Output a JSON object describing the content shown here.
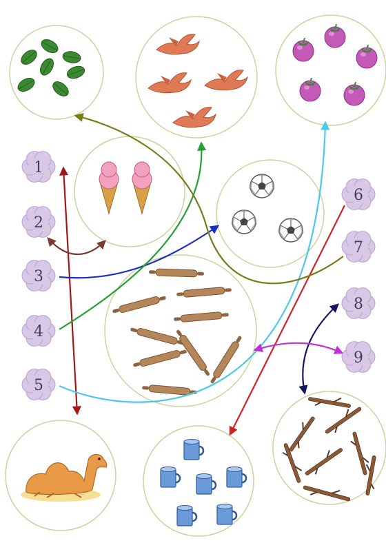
{
  "numbers": [
    "1",
    "2",
    "3",
    "4",
    "5",
    "6",
    "7",
    "8",
    "9"
  ],
  "groups": [
    {
      "id": "leaves",
      "icon": "leaf-icon",
      "count": 7
    },
    {
      "id": "birds",
      "icon": "bird-icon",
      "count": 4
    },
    {
      "id": "brinjals",
      "icon": "brinjal-icon",
      "count": 5
    },
    {
      "id": "ice-creams",
      "icon": "ice-cream-icon",
      "count": 2
    },
    {
      "id": "footballs",
      "icon": "football-icon",
      "count": 3
    },
    {
      "id": "rolling-pins",
      "icon": "rolling-pin-icon",
      "count": 9
    },
    {
      "id": "camel",
      "icon": "camel-icon",
      "count": 1
    },
    {
      "id": "mugs",
      "icon": "mug-icon",
      "count": 6
    },
    {
      "id": "sticks",
      "icon": "stick-icon",
      "count": 8
    }
  ],
  "matches": [
    {
      "number": "1",
      "group": "camel",
      "color": "#a01818"
    },
    {
      "number": "2",
      "group": "ice-creams",
      "color": "#7a3a30"
    },
    {
      "number": "3",
      "group": "footballs",
      "color": "#1a2fc8"
    },
    {
      "number": "4",
      "group": "birds",
      "color": "#22a032"
    },
    {
      "number": "5",
      "group": "brinjals",
      "color": "#4cc8ea"
    },
    {
      "number": "6",
      "group": "mugs",
      "color": "#d42020"
    },
    {
      "number": "7",
      "group": "leaves",
      "color": "#7a7a18"
    },
    {
      "number": "8",
      "group": "sticks",
      "color": "#141460"
    },
    {
      "number": "9",
      "group": "rolling-pins",
      "color": "#c030d8"
    }
  ],
  "colors": {
    "flower": "#d8c8e6",
    "flower_edge": "#b8a2cc",
    "number_text": "#4a3a5e",
    "circle_edge": "#c9d4a0",
    "leaf": "#3a8a32",
    "bird": "#e07a55",
    "brinjal": "#c45ab8",
    "ice_cream": "#f2a2c0",
    "cone": "#d8a048",
    "ball": "#9a9a9a",
    "pin": "#b5865a",
    "camel": "#e89a48",
    "mug": "#6a9ad8",
    "stick": "#8a5a38"
  }
}
